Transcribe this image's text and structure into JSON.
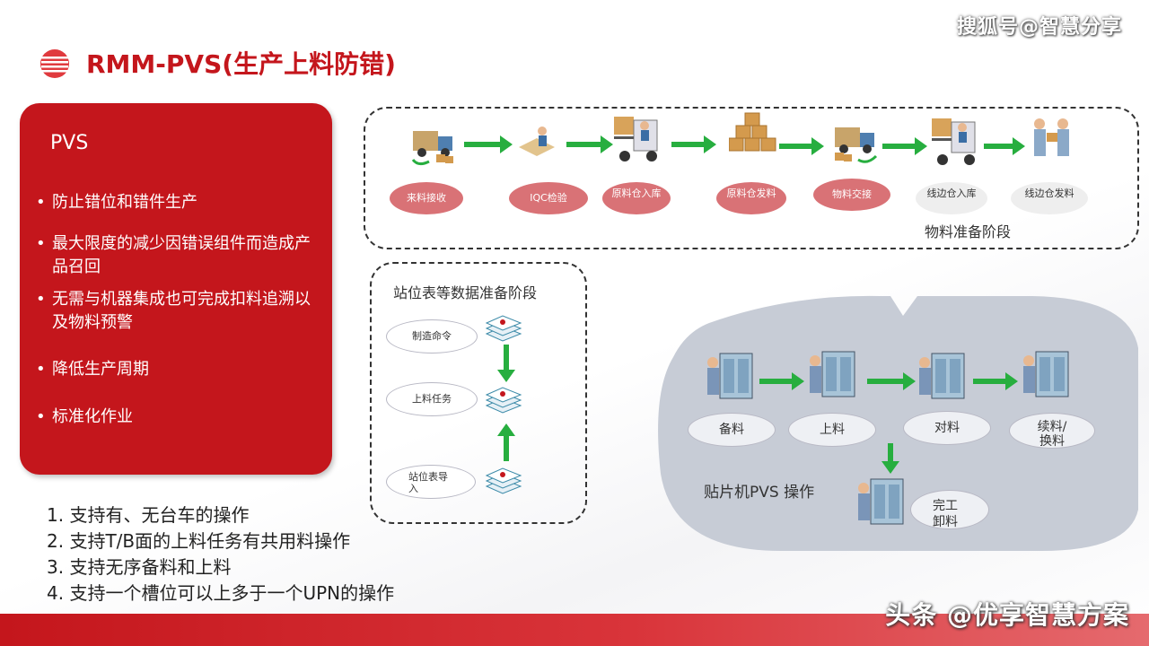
{
  "watermark_top": "搜狐号@智慧分享",
  "watermark_bottom": "头条 @优享智慧方案",
  "title": "RMM-PVS(生产上料防错)",
  "panel": {
    "heading": "PVS",
    "bullets": [
      "防止错位和错件生产",
      "最大限度的减少因错误组件而造成产品召回",
      "无需与机器集成也可完成扣料追溯以及物料预警",
      "降低生产周期",
      "标准化作业"
    ]
  },
  "notes": [
    "1. 支持有、无台车的操作",
    "2. 支持T/B面的上料任务有共用料操作",
    "3. 支持无序备料和上料",
    "4. 支持一个槽位可以上多于一个UPN的操作"
  ],
  "material_stage": {
    "label": "物料准备阶段",
    "steps": [
      "来料接收",
      "IQC检验",
      "原料仓入库",
      "原料仓发料",
      "物料交接",
      "线边仓入库",
      "线边仓发料"
    ]
  },
  "data_stage": {
    "label": "站位表等数据准备阶段",
    "steps": [
      "制造命令",
      "上料任务",
      "站位表导入"
    ]
  },
  "machine_stage": {
    "label": "贴片机PVS 操作",
    "steps": [
      "备料",
      "上料",
      "对料",
      "续料/换料",
      "完工卸料"
    ]
  },
  "colors": {
    "brand_red": "#c4161c",
    "pill_red": "#d97276",
    "arrow_green": "#27ae3f",
    "blob_grey": "#c7ccd6"
  }
}
